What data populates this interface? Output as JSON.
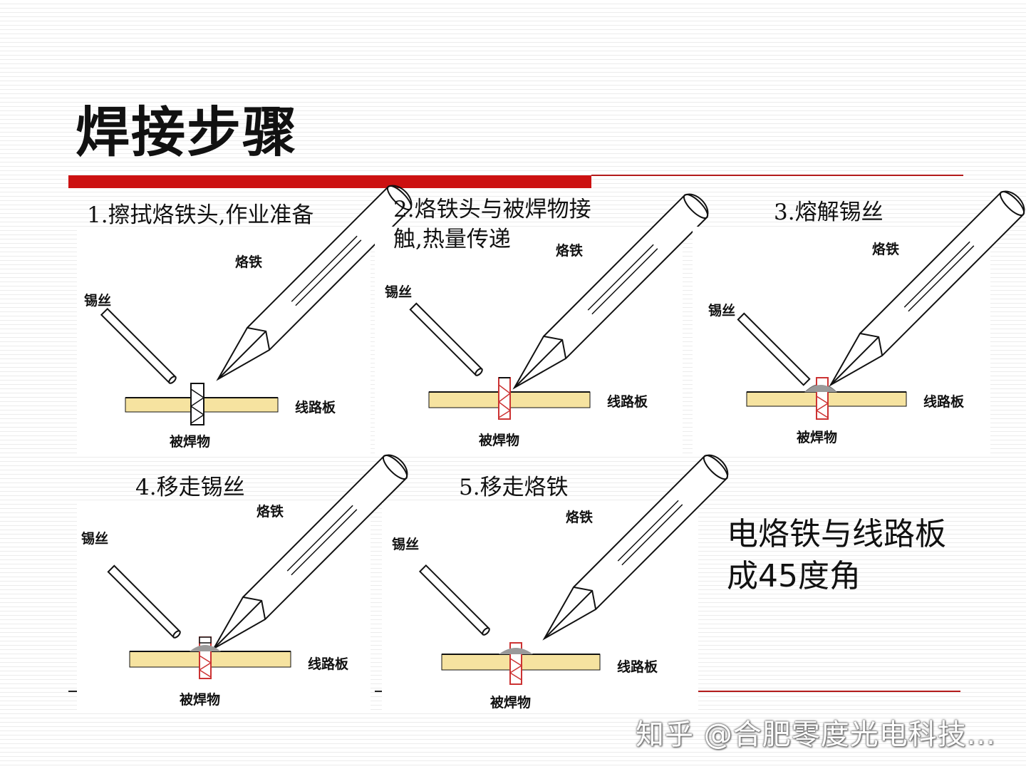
{
  "title": "焊接步骤",
  "labels": {
    "iron": "烙铁",
    "solder_wire": "锡丝",
    "board": "线路板",
    "workpiece": "被焊物"
  },
  "steps": [
    {
      "caption_line1": "1.擦拭烙铁头,作业准备",
      "caption_line2": ""
    },
    {
      "caption_line1": "2.烙铁头与被焊物接",
      "caption_line2": "触,热量传递"
    },
    {
      "caption_line1": "3.熔解锡丝",
      "caption_line2": ""
    },
    {
      "caption_line1": "4.移走锡丝",
      "caption_line2": ""
    },
    {
      "caption_line1": "5.移走烙铁",
      "caption_line2": ""
    }
  ],
  "note": {
    "line1": "电烙铁与线路板",
    "line2": "成45度角"
  },
  "watermark": "知乎 @合肥零度光电科技...",
  "colors": {
    "accent_red": "#cc1111",
    "board_yellow": "#f6e3a0",
    "solder_grey": "#9a9a9a",
    "workpiece_red": "#cc3333"
  }
}
